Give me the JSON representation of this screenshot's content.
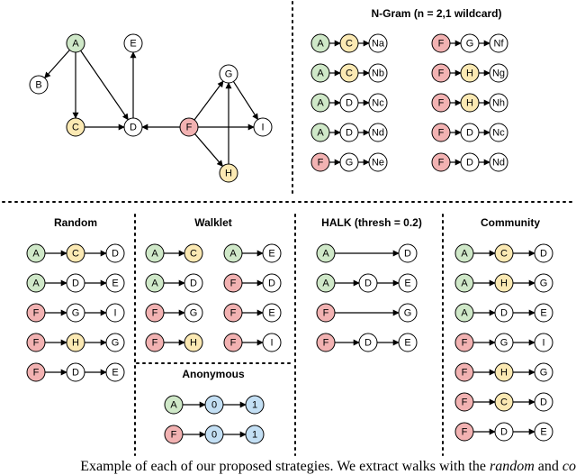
{
  "colors": {
    "green": "#cfe8c8",
    "red": "#f2b2b2",
    "yellow": "#fbe9b3",
    "blue": "#c3dff4",
    "white": "#ffffff",
    "stroke": "#000000"
  },
  "graph": {
    "nodes": [
      {
        "id": "A",
        "color": "green"
      },
      {
        "id": "B",
        "color": "white"
      },
      {
        "id": "C",
        "color": "yellow"
      },
      {
        "id": "D",
        "color": "white"
      },
      {
        "id": "E",
        "color": "white"
      },
      {
        "id": "F",
        "color": "red"
      },
      {
        "id": "G",
        "color": "white"
      },
      {
        "id": "H",
        "color": "yellow"
      },
      {
        "id": "I",
        "color": "white"
      }
    ],
    "edges": [
      {
        "from": "A",
        "to": "B"
      },
      {
        "from": "A",
        "to": "C"
      },
      {
        "from": "A",
        "to": "D"
      },
      {
        "from": "C",
        "to": "D"
      },
      {
        "from": "D",
        "to": "E"
      },
      {
        "from": "F",
        "to": "D"
      },
      {
        "from": "F",
        "to": "G"
      },
      {
        "from": "F",
        "to": "H"
      },
      {
        "from": "F",
        "to": "I"
      },
      {
        "from": "H",
        "to": "G"
      },
      {
        "from": "G",
        "to": "I"
      }
    ]
  },
  "panels": [
    {
      "title": "N-Gram (n = 2,1 wildcard)",
      "columns": [
        [
          [
            [
              "A",
              "green"
            ],
            [
              "C",
              "yellow"
            ],
            [
              "Na",
              "white"
            ]
          ],
          [
            [
              "A",
              "green"
            ],
            [
              "C",
              "yellow"
            ],
            [
              "Nb",
              "white"
            ]
          ],
          [
            [
              "A",
              "green"
            ],
            [
              "D",
              "white"
            ],
            [
              "Nc",
              "white"
            ]
          ],
          [
            [
              "A",
              "green"
            ],
            [
              "D",
              "white"
            ],
            [
              "Nd",
              "white"
            ]
          ],
          [
            [
              "F",
              "red"
            ],
            [
              "G",
              "white"
            ],
            [
              "Ne",
              "white"
            ]
          ]
        ],
        [
          [
            [
              "F",
              "red"
            ],
            [
              "G",
              "white"
            ],
            [
              "Nf",
              "white"
            ]
          ],
          [
            [
              "F",
              "red"
            ],
            [
              "H",
              "yellow"
            ],
            [
              "Ng",
              "white"
            ]
          ],
          [
            [
              "F",
              "red"
            ],
            [
              "H",
              "yellow"
            ],
            [
              "Nh",
              "white"
            ]
          ],
          [
            [
              "F",
              "red"
            ],
            [
              "D",
              "white"
            ],
            [
              "Nc",
              "white"
            ]
          ],
          [
            [
              "F",
              "red"
            ],
            [
              "D",
              "white"
            ],
            [
              "Nd",
              "white"
            ]
          ]
        ]
      ]
    },
    {
      "title": "Random",
      "columns": [
        [
          [
            [
              "A",
              "green"
            ],
            [
              "C",
              "yellow"
            ],
            [
              "D",
              "white"
            ]
          ],
          [
            [
              "A",
              "green"
            ],
            [
              "D",
              "white"
            ],
            [
              "E",
              "white"
            ]
          ],
          [
            [
              "F",
              "red"
            ],
            [
              "G",
              "white"
            ],
            [
              "I",
              "white"
            ]
          ],
          [
            [
              "F",
              "red"
            ],
            [
              "H",
              "yellow"
            ],
            [
              "G",
              "white"
            ]
          ],
          [
            [
              "F",
              "red"
            ],
            [
              "D",
              "white"
            ],
            [
              "E",
              "white"
            ]
          ]
        ]
      ]
    },
    {
      "title": "Walklet",
      "columns": [
        [
          [
            [
              "A",
              "green"
            ],
            [
              "C",
              "yellow"
            ]
          ],
          [
            [
              "A",
              "green"
            ],
            [
              "D",
              "white"
            ]
          ],
          [
            [
              "F",
              "red"
            ],
            [
              "G",
              "white"
            ]
          ],
          [
            [
              "F",
              "red"
            ],
            [
              "H",
              "yellow"
            ]
          ]
        ],
        [
          [
            [
              "A",
              "green"
            ],
            [
              "E",
              "white"
            ]
          ],
          [
            [
              "F",
              "red"
            ],
            [
              "D",
              "white"
            ]
          ],
          [
            [
              "F",
              "red"
            ],
            [
              "E",
              "white"
            ]
          ],
          [
            [
              "F",
              "red"
            ],
            [
              "I",
              "white"
            ]
          ]
        ]
      ]
    },
    {
      "title": "Anonymous",
      "columns": [
        [
          [
            [
              "A",
              "green"
            ],
            [
              "0",
              "blue"
            ],
            [
              "1",
              "blue"
            ]
          ],
          [
            [
              "F",
              "red"
            ],
            [
              "0",
              "blue"
            ],
            [
              "1",
              "blue"
            ]
          ]
        ]
      ]
    },
    {
      "title": "HALK (thresh = 0.2)",
      "columns": [
        [
          [
            [
              "A",
              "green"
            ],
            [
              "D",
              "white"
            ]
          ],
          [
            [
              "A",
              "green"
            ],
            [
              "D",
              "white"
            ],
            [
              "E",
              "white"
            ]
          ],
          [
            [
              "F",
              "red"
            ],
            [
              "G",
              "white"
            ]
          ],
          [
            [
              "F",
              "red"
            ],
            [
              "D",
              "white"
            ],
            [
              "E",
              "white"
            ]
          ]
        ]
      ]
    },
    {
      "title": "Community",
      "columns": [
        [
          [
            [
              "A",
              "green"
            ],
            [
              "C",
              "yellow"
            ],
            [
              "D",
              "white"
            ]
          ],
          [
            [
              "A",
              "green"
            ],
            [
              "H",
              "yellow"
            ],
            [
              "G",
              "white"
            ]
          ],
          [
            [
              "A",
              "green"
            ],
            [
              "D",
              "white"
            ],
            [
              "E",
              "white"
            ]
          ],
          [
            [
              "F",
              "red"
            ],
            [
              "G",
              "white"
            ],
            [
              "I",
              "white"
            ]
          ],
          [
            [
              "F",
              "red"
            ],
            [
              "H",
              "yellow"
            ],
            [
              "G",
              "white"
            ]
          ],
          [
            [
              "F",
              "red"
            ],
            [
              "C",
              "yellow"
            ],
            [
              "D",
              "white"
            ]
          ],
          [
            [
              "F",
              "red"
            ],
            [
              "D",
              "white"
            ],
            [
              "E",
              "white"
            ]
          ]
        ]
      ]
    }
  ],
  "caption": {
    "prefix": "Example of each of our proposed strategies. We extract walks with the ",
    "emph1": "random",
    "middle": " and ",
    "emph2": "co"
  }
}
